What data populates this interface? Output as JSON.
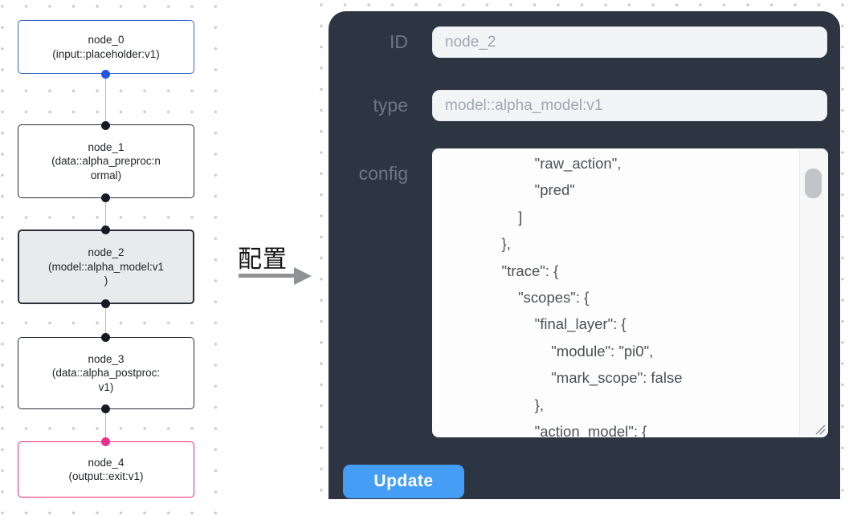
{
  "graph": {
    "nodes": [
      {
        "id": "node_0",
        "type": "input::placeholder:v1",
        "role": "input",
        "selected": false,
        "lines": [
          "node_0",
          "(input::placeholder:v1)"
        ]
      },
      {
        "id": "node_1",
        "type": "data::alpha_preproc:normal",
        "role": "data",
        "selected": false,
        "lines": [
          "node_1",
          "(data::alpha_preproc:n",
          "ormal)"
        ]
      },
      {
        "id": "node_2",
        "type": "model::alpha_model:v1",
        "role": "model",
        "selected": true,
        "lines": [
          "node_2",
          "(model::alpha_model:v1",
          ")"
        ]
      },
      {
        "id": "node_3",
        "type": "data::alpha_postproc:v1",
        "role": "data",
        "selected": false,
        "lines": [
          "node_3",
          "(data::alpha_postproc:",
          "v1)"
        ]
      },
      {
        "id": "node_4",
        "type": "output::exit:v1",
        "role": "output",
        "selected": false,
        "lines": [
          "node_4",
          "(output::exit:v1)"
        ]
      }
    ]
  },
  "transition": {
    "label": "配置"
  },
  "panel": {
    "id_field": {
      "label": "ID",
      "value": "node_2"
    },
    "type_field": {
      "label": "type",
      "value": "model::alpha_model:v1"
    },
    "config_field": {
      "label": "config",
      "visible_lines": [
        "            \"raw_action\",",
        "            \"pred\"",
        "        ]",
        "    },",
        "    \"trace\": {",
        "        \"scopes\": {",
        "            \"final_layer\": {",
        "                \"module\": \"pi0\",",
        "                \"mark_scope\": false",
        "            },",
        "            \"action_model\": {"
      ]
    },
    "update_button": {
      "label": "Update"
    }
  },
  "icons": {
    "arrow": "arrow-right-icon",
    "resize": "resize-handle-icon",
    "scrollbar": "scrollbar-thumb"
  },
  "colors": {
    "panel_bg": "#2d3542",
    "button_blue": "#459df6",
    "input_node_border": "#2f62c9",
    "output_node_border": "#e9267c",
    "selected_node_bg": "#e9eaec",
    "handle_blue": "#2356e4",
    "handle_dark": "#151b26",
    "handle_pink": "#ee2f8d"
  }
}
